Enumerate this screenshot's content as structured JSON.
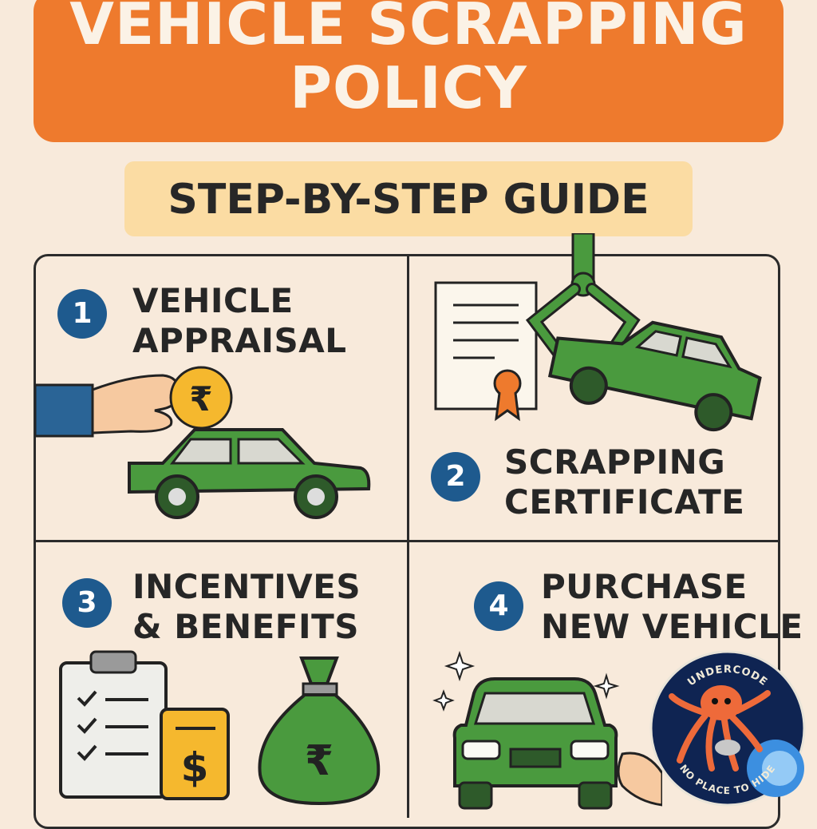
{
  "header": {
    "title_line1": "VEHICLE SCRAPPING",
    "title_line2": "POLICY",
    "subtitle": "STEP-BY-STEP GUIDE"
  },
  "steps": [
    {
      "number": "1",
      "title_line1": "VEHICLE",
      "title_line2": "APPRAISAL",
      "illustration": "hand-coin-car-icon"
    },
    {
      "number": "2",
      "title_line1": "SCRAPPING",
      "title_line2": "CERTIFICATE",
      "illustration": "certificate-crane-car-icon"
    },
    {
      "number": "3",
      "title_line1": "INCENTIVES",
      "title_line2": "& BENEFITS",
      "illustration": "checklist-money-bag-icon"
    },
    {
      "number": "4",
      "title_line1": "PURCHASE",
      "title_line2": "NEW VEHICLE",
      "illustration": "new-car-sparkle-icon"
    }
  ],
  "symbols": {
    "rupee": "₹",
    "dollar": "$"
  },
  "watermark": {
    "top_text": "UNDERCODE",
    "bottom_text": "NO PLACE TO HIDE"
  },
  "colors": {
    "background": "#f8eadb",
    "banner": "#ee7a2d",
    "subtitle_bg": "#fbdca3",
    "step_badge": "#1e5a8e",
    "car_green": "#4a9a3e",
    "coin_yellow": "#f5b82e"
  }
}
